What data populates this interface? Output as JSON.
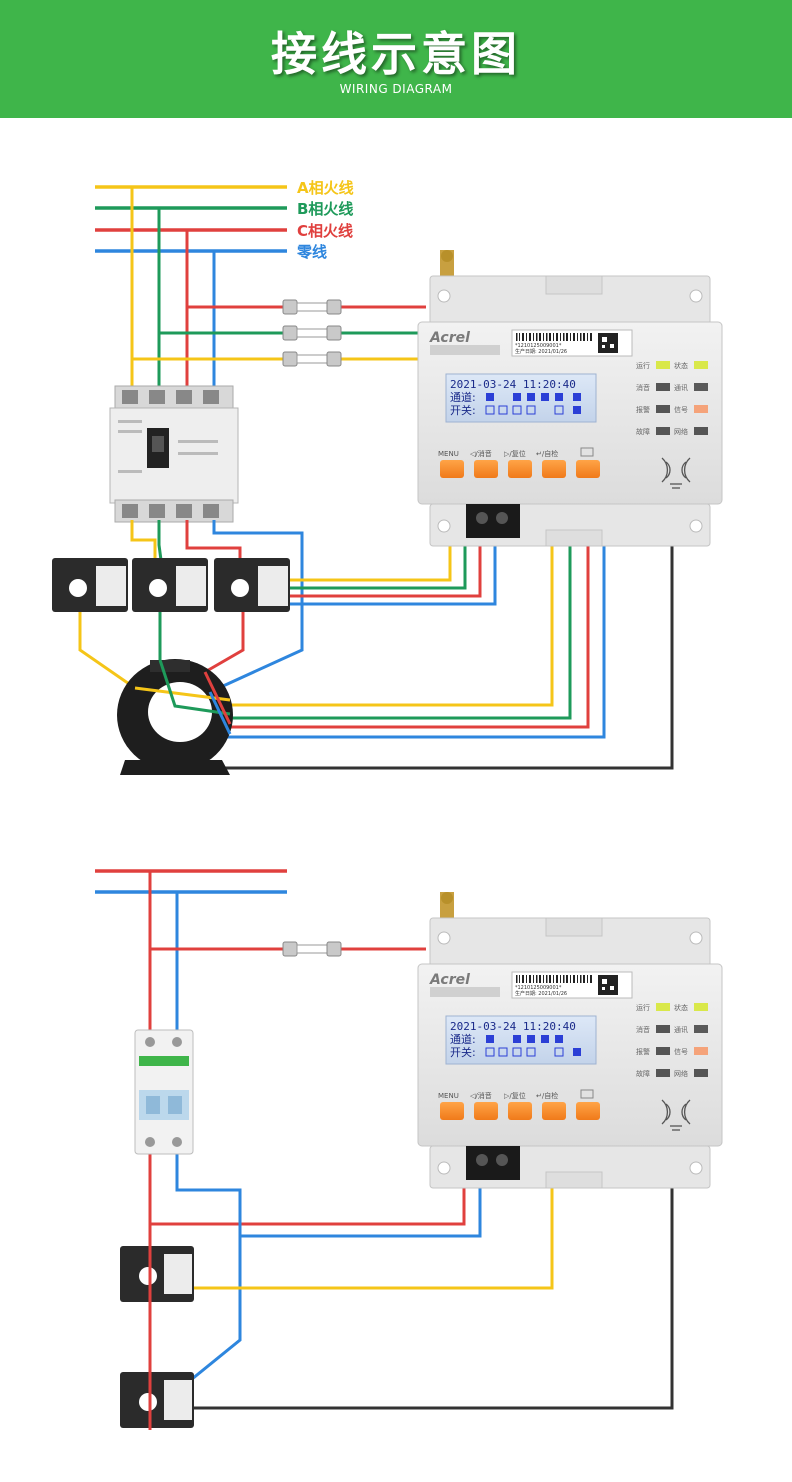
{
  "header": {
    "title": "接线示意图",
    "subtitle": "WIRING DIAGRAM"
  },
  "legend": [
    {
      "label": "A相火线",
      "color": "#f5c518"
    },
    {
      "label": "B相火线",
      "color": "#1e9a5a"
    },
    {
      "label": "C相火线",
      "color": "#e0403e"
    },
    {
      "label": "零线",
      "color": "#2e86de"
    }
  ],
  "device": {
    "brand": "Acrel",
    "barcode_text": "*1210125009001*",
    "production_date": "生产日期: 2021/01/26",
    "lcd_line1": "2021-03-24 11:20:40",
    "lcd_line2_label": "通道:",
    "lcd_line3_label": "开关:",
    "indicators": [
      "运行",
      "状态",
      "消音",
      "通讯",
      "报警",
      "信号",
      "故障",
      "网络"
    ],
    "buttons": [
      "MENU",
      "◁/消音",
      "▷/复位",
      "↵/自检",
      ""
    ]
  },
  "colors": {
    "banner": "#3fb54a",
    "phase_a": "#f5c518",
    "phase_b": "#1e9a5a",
    "phase_c": "#e0403e",
    "neutral": "#2e86de",
    "signal": "#333333"
  }
}
